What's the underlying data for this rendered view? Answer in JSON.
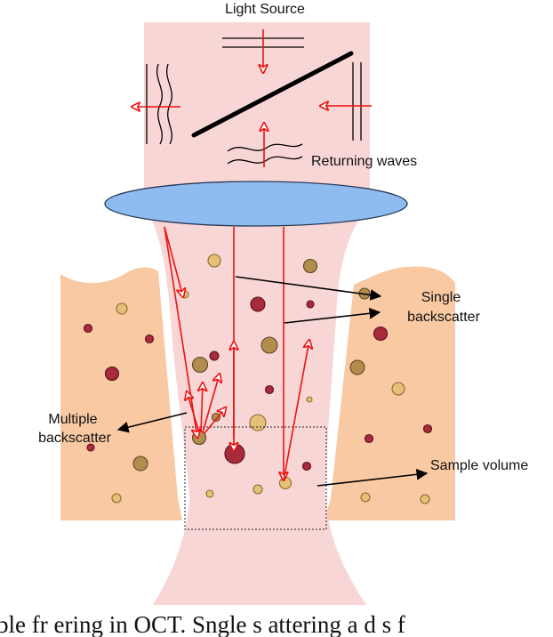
{
  "labels": {
    "light_source": "Light Source",
    "returning_waves": "Returning waves",
    "single_1": "Single",
    "single_2": "backscatter",
    "multiple_1": "Multiple",
    "multiple_2": "backscatter",
    "sample_volume": "Sample volume"
  },
  "caption": "ble fr ering in OCT. Sngle s attering a d s f",
  "colors": {
    "beam": "#f9d6d6",
    "tissue": "#f8c9a3",
    "lens": "#8fbcf0",
    "arrow": "#ee1111",
    "particle_tan": "#e6c078",
    "particle_olive": "#b28d4e",
    "particle_red": "#a82b3c"
  }
}
